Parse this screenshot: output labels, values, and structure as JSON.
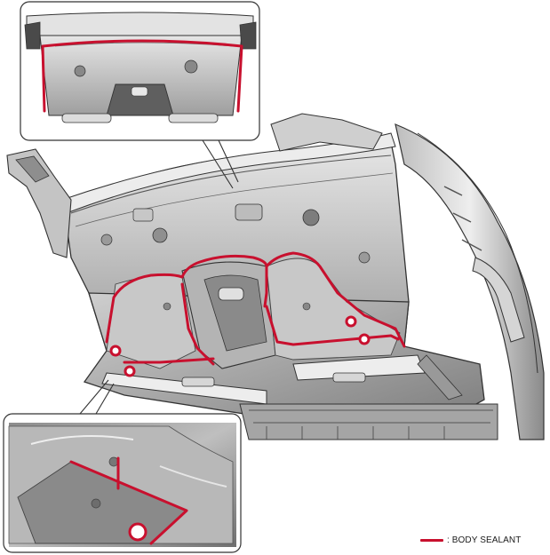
{
  "legend": {
    "label": ": BODY SEALANT",
    "color": "#c8102e"
  },
  "callouts": [
    {
      "name": "callout-upper-dash-panel",
      "content": "dash-panel-sealant-detail"
    },
    {
      "name": "callout-lower-floor-panel",
      "content": "floor-panel-sealant-detail"
    }
  ],
  "colors": {
    "sealant": "#c8102e",
    "panel_light": "#d9d9d9",
    "panel_mid": "#a9a9a9",
    "panel_dark": "#5e5e5e",
    "outline": "#333333"
  }
}
